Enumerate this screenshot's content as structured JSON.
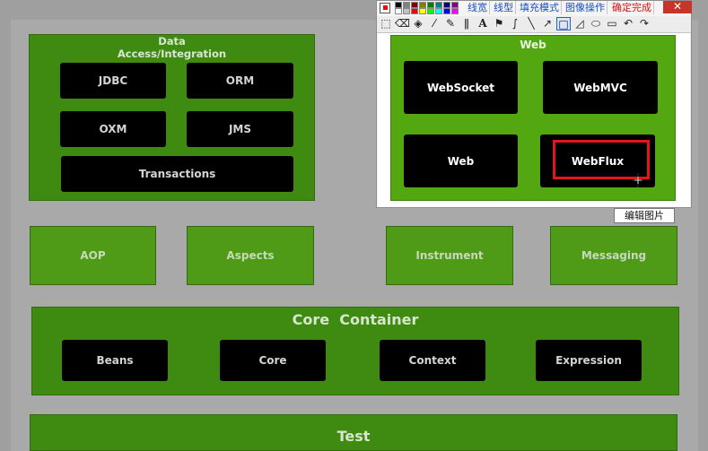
{
  "data_access": {
    "title": "Data\nAccess/Integration",
    "boxes": [
      "JDBC",
      "ORM",
      "OXM",
      "JMS"
    ],
    "transactions": "Transactions"
  },
  "middle_row": [
    "AOP",
    "Aspects",
    "Instrument",
    "Messaging"
  ],
  "core_container": {
    "title": "Core  Container",
    "boxes": [
      "Beans",
      "Core",
      "Context",
      "Expression"
    ]
  },
  "test": {
    "title": "Test"
  },
  "paint_window": {
    "menu": [
      "线宽",
      "线型",
      "填充模式",
      "图像操作",
      "确定完成"
    ],
    "close": "✕",
    "tooltip": "编辑图片",
    "palette_colors": [
      "#000000",
      "#808080",
      "#800000",
      "#808000",
      "#008000",
      "#008080",
      "#000080",
      "#800080",
      "#ffffff",
      "#c0c0c0",
      "#ff0000",
      "#ffff00",
      "#00ff00",
      "#00ffff",
      "#0000ff",
      "#ff00ff"
    ]
  },
  "web": {
    "title": "Web",
    "boxes": [
      "WebSocket",
      "WebMVC",
      "Web",
      "WebFlux"
    ]
  },
  "colors": {
    "module_green": "#3f8b12",
    "web_green": "#53a710",
    "highlight": "#e3161b"
  }
}
